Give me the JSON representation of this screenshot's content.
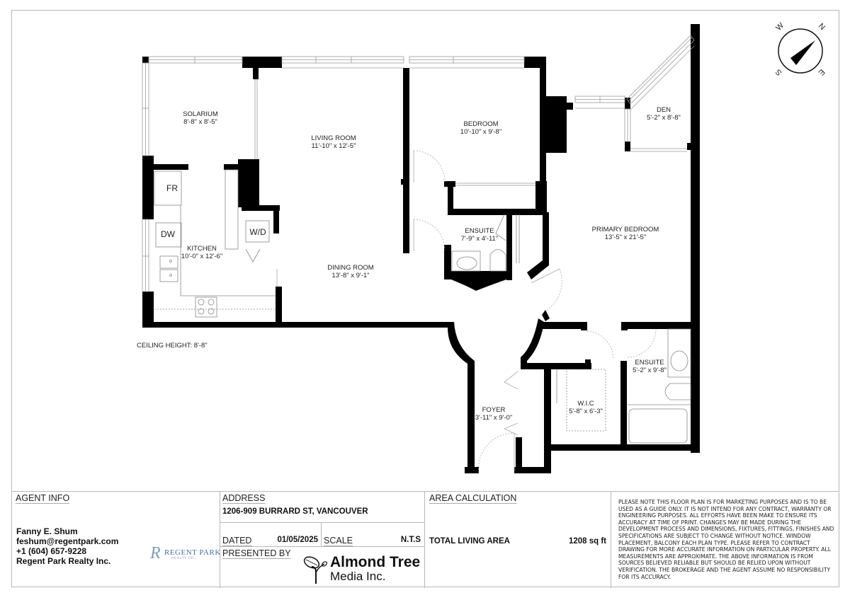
{
  "compass": {
    "north": "N",
    "east": "E",
    "south": "S",
    "west": "W"
  },
  "rooms": [
    {
      "id": "solarium",
      "name": "SOLARIUM",
      "dims": "8'-8\" x 8'-5\""
    },
    {
      "id": "living",
      "name": "LIVING ROOM",
      "dims": "11'-10\" x 12'-5\""
    },
    {
      "id": "bedroom",
      "name": "BEDROOM",
      "dims": "10'-10\" x 9'-8\""
    },
    {
      "id": "den",
      "name": "DEN",
      "dims": "5'-2\" x 8'-8\""
    },
    {
      "id": "kitchen",
      "name": "KITCHEN",
      "dims": "10'-0\" x 12'-6\""
    },
    {
      "id": "dining",
      "name": "DINING ROOM",
      "dims": "13'-8\" x 9'-1\""
    },
    {
      "id": "ensuite1",
      "name": "ENSUITE",
      "dims": "7'-9\" x 4'-11\""
    },
    {
      "id": "primary",
      "name": "PRIMARY BEDROOM",
      "dims": "13'-5\" x 21'-5\""
    },
    {
      "id": "foyer",
      "name": "FOYER",
      "dims": "3'-11\" x 9'-0\""
    },
    {
      "id": "wic",
      "name": "W.I.C",
      "dims": "5'-8\" x 6'-3\""
    },
    {
      "id": "ensuite2",
      "name": "ENSUITE",
      "dims": "5'-2\" x 9'-8\""
    }
  ],
  "fixtures": {
    "fridge": "FR",
    "dishwasher": "DW",
    "washer_dryer": "W/D"
  },
  "ceiling_height": "CEILING HEIGHT: 8'-8\"",
  "agent": {
    "header": "AGENT INFO",
    "name": "Fanny E. Shum",
    "email": "feshum@regentpark.com",
    "phone": "+1 (604) 657-9228",
    "company": "Regent Park Realty Inc.",
    "logo_mark": "R",
    "logo_name": "REGENT PARK",
    "logo_sub": "REALTY INC."
  },
  "address": {
    "header": "ADDRESS",
    "value": "1206-909 BURRARD ST, VANCOUVER"
  },
  "dated": {
    "label": "DATED",
    "value": "01/05/2025"
  },
  "scale": {
    "label": "SCALE",
    "value": "N.T.S"
  },
  "presented_by": {
    "label": "PRESENTED BY",
    "logo_line1": "Almond Tree",
    "logo_line2": "Media Inc."
  },
  "area": {
    "header": "AREA CALCULATION",
    "label": "TOTAL LIVING AREA",
    "value": "1208 sq ft"
  },
  "disclaimer": "PLEASE NOTE THIS FLOOR PLAN IS FOR MARKETING PURPOSES AND IS TO BE USED AS A GUIDE ONLY. IT IS NOT INTEND FOR ANY CONTRACT, WARRANTY OR ENGINEERING PURPOSES. ALL EFFORTS HAVE BEEN MAKE TO ENSURE ITS ACCURACY AT TIME OF PRINT. CHANGES MAY BE MADE DURING THE DEVELOPMENT PROCESS AND DIMENSIONS, FIXTURES, FITTINGS, FINISHES AND SPECIFICATIONS ARE SUBJECT TO CHANGE WITHOUT NOTICE. WINDOW PLACEMENT, BALCONY EACH PLAN TYPE. PLEASE REFER TO CONTRACT DRAWING FOR MORE ACCURATE INFORMATION ON PARTICULAR PROPERTY. ALL MEASUREMENTS ARE APPROXIMATE. THE ABOVE INFORMATION IS FROM SOURCES BELIEVED RELIABLE BUT SHOULD BE RELIED UPON WITHOUT VERIFICATION. THE BROKERAGE AND THE AGENT ASSUME NO RESPONSIBILITY FOR ITS ACCURACY."
}
